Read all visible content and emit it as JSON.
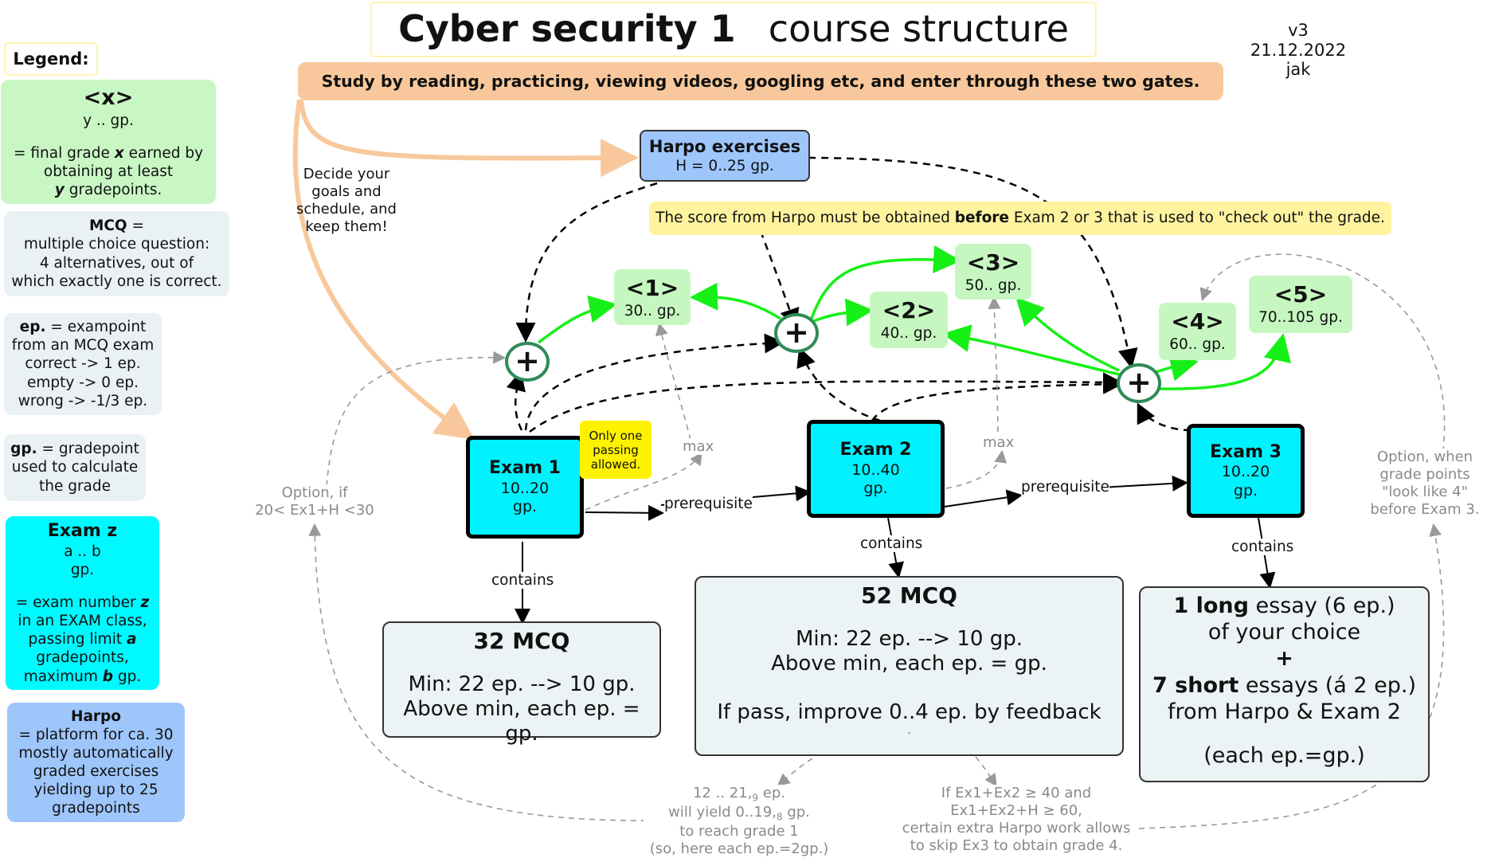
{
  "title": {
    "bold": "Cyber security 1",
    "rest": "course structure"
  },
  "version": {
    "v": "v3",
    "date": "21.12.2022",
    "author": "jak"
  },
  "banner": "Study by reading, practicing, viewing videos, googling etc, and enter through these two gates.",
  "legend": {
    "heading": "Legend:",
    "grade": {
      "title": "<x>",
      "sub": "y ..  gp.",
      "desc1": "= final grade ",
      "x": "x",
      "desc2": "  earned by",
      "desc3": "obtaining at least",
      "y": "y",
      "desc4": "  gradepoints."
    },
    "mcq": {
      "term": "MCQ",
      "line1": " =",
      "line2": "multiple choice question:",
      "line3": "4 alternatives, out of",
      "line4": "which exactly one is correct."
    },
    "ep": {
      "term": "ep.",
      "line1": " = exampoint",
      "line2": "from an MCQ exam",
      "line3": "correct -> 1 ep.",
      "line4": "empty -> 0 ep.",
      "line5": "wrong -> -1/3 ep."
    },
    "gp": {
      "term": "gp.",
      "line1": " = gradepoint",
      "line2": "used to calculate",
      "line3": "the grade"
    },
    "examz": {
      "title": "Exam z",
      "l1": "a .. b",
      "l2": "gp.",
      "l3a": "= exam number ",
      "z": "z",
      "l4": "in an EXAM class,",
      "l5a": "passing limit ",
      "a": "a",
      "l6": "gradepoints,",
      "l7a": "maximum ",
      "b": "b",
      "l7b": "  gp."
    },
    "harpo": {
      "title": "Harpo",
      "l1": "= platform for ca. 30",
      "l2": "mostly automatically",
      "l3": "graded exercises",
      "l4": "yielding up to 25",
      "l5": "gradepoints"
    }
  },
  "harpo": {
    "title": "Harpo exercises",
    "range": "H = 0..25 gp."
  },
  "decide": [
    "Decide your",
    "goals and",
    "schedule, and",
    "keep them!"
  ],
  "harpo_note": {
    "a": "The score from Harpo must be obtained ",
    "b": "before",
    "c": " Exam 2 or 3 that is used to \"check out\" the grade."
  },
  "grades": [
    {
      "label": "<1>",
      "gp": "30.. gp."
    },
    {
      "label": "<2>",
      "gp": "40.. gp."
    },
    {
      "label": "<3>",
      "gp": "50.. gp."
    },
    {
      "label": "<4>",
      "gp": "60.. gp."
    },
    {
      "label": "<5>",
      "gp": "70..105 gp."
    }
  ],
  "plus": "+",
  "exams": [
    {
      "name": "Exam 1",
      "range": "10..20",
      "unit": "gp."
    },
    {
      "name": "Exam 2",
      "range": "10..40",
      "unit": "gp."
    },
    {
      "name": "Exam 3",
      "range": "10..20",
      "unit": "gp."
    }
  ],
  "only_one": [
    "Only one",
    "passing",
    "allowed."
  ],
  "labels": {
    "prerequisite": "prerequisite",
    "contains": "contains",
    "max": "max"
  },
  "option1": [
    "Option, if",
    "20< Ex1+H <30"
  ],
  "option3": [
    "Option, when",
    "grade points",
    "\"look like 4\"",
    "before Exam 3."
  ],
  "mcq1": {
    "title": "32 MCQ",
    "l1": "Min: 22 ep. --> 10 gp.",
    "l2": "Above min, each ep. = gp."
  },
  "mcq2": {
    "title": "52 MCQ",
    "l1": "Min: 22 ep. --> 10 gp.",
    "l2": "Above min, each ep. = gp.",
    "l3": "If pass, improve 0..4 ep. by feedback",
    "l4": "."
  },
  "essay": {
    "l1b": "1 long",
    "l1": " essay (6 ep.)",
    "l2": "of your choice",
    "plus": "+",
    "l3b": "7 short",
    "l3": " essays (á 2 ep.)",
    "l4": "from Harpo & Exam 2",
    "l5": "(each ep.=gp.)"
  },
  "note_left": {
    "a": "12 .. 21,",
    "a_sub": "9",
    "a2": " ep.",
    "b": "will yield 0..19,",
    "b_sub": "8",
    "b2": " gp.",
    "c": "to reach grade 1",
    "d": "(so, here each ep.=2gp.)"
  },
  "note_right": [
    "If Ex1+Ex2 ≥ 40 and",
    "Ex1+Ex2+H ≥ 60,",
    "certain extra Harpo work allows",
    "to skip Ex3 to obtain grade 4."
  ]
}
